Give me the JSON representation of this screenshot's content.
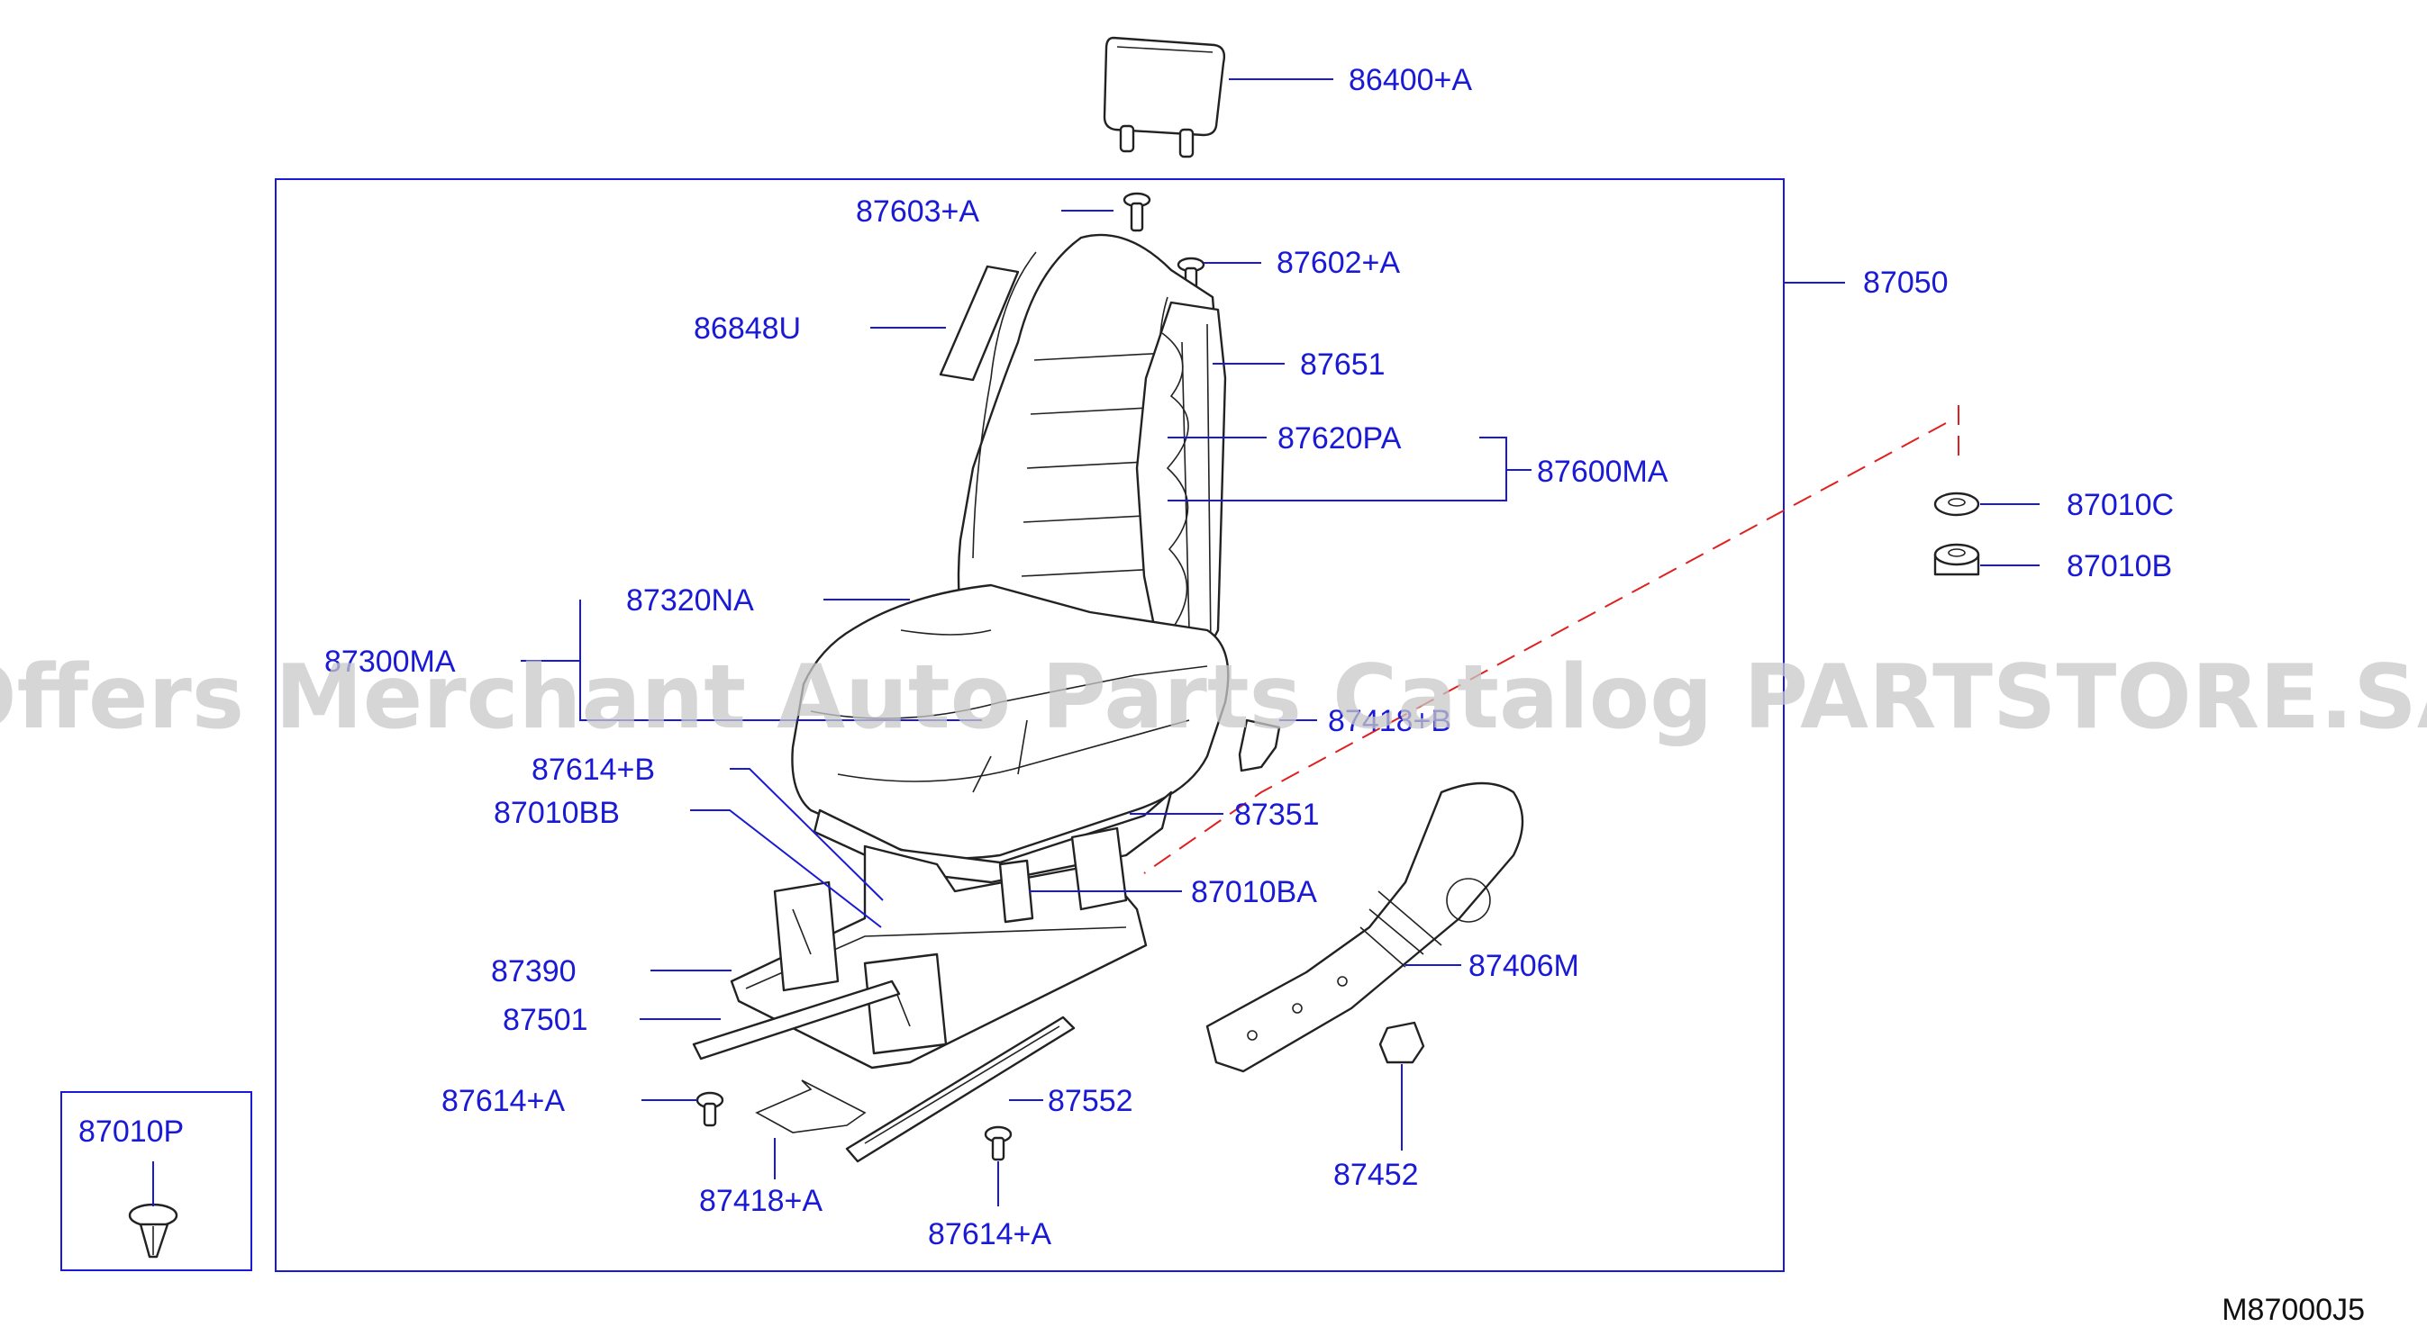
{
  "diagram_code": "M87000J5",
  "watermark": "Offers Merchant Auto Parts Catalog PARTSTORE.SA",
  "colors": {
    "label": "#1a1ad6",
    "leader": "#1a1ad6",
    "frame": "#1a1ad6",
    "dash": "#e02020",
    "line_art": "#222222"
  },
  "part_labels": {
    "p86400A": "86400+A",
    "p87603A": "87603+A",
    "p87602A": "87602+A",
    "p87050": "87050",
    "p86848U": "86848U",
    "p87651": "87651",
    "p87620PA": "87620PA",
    "p87600MA": "87600MA",
    "p87010C": "87010C",
    "p87010B": "87010B",
    "p87320NA": "87320NA",
    "p87300MA": "87300MA",
    "p87418B": "87418+B",
    "p87614B": "87614+B",
    "p87010BB": "87010BB",
    "p87351": "87351",
    "p87010BA": "87010BA",
    "p87390": "87390",
    "p87406M": "87406M",
    "p87501": "87501",
    "p87552": "87552",
    "p87614A_1": "87614+A",
    "p87010P": "87010P",
    "p87418A": "87418+A",
    "p87452": "87452",
    "p87614A_2": "87614+A"
  }
}
